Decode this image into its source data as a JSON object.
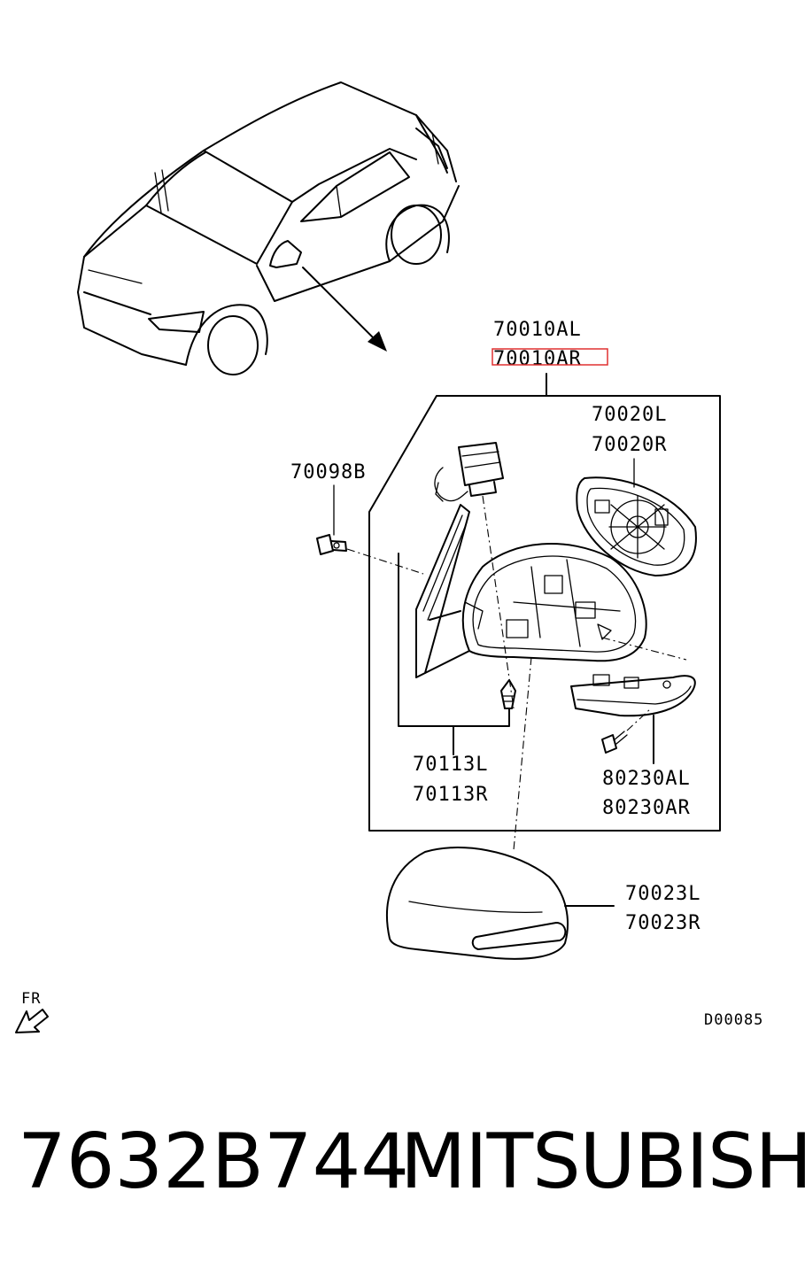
{
  "callouts": {
    "assembly_left": "70010AL",
    "assembly_right": "70010AR",
    "mirror_glass_left": "70020L",
    "mirror_glass_right": "70020R",
    "screw": "70098B",
    "base_cover_left": "70113L",
    "base_cover_right": "70113R",
    "side_lamp_left": "80230AL",
    "side_lamp_right": "80230AR",
    "cover_left": "70023L",
    "cover_right": "70023R"
  },
  "direction_label": "FR",
  "figure_code": "D00085",
  "footer": {
    "part_number": "7632B744",
    "brand": "MITSUBISHI"
  },
  "colors": {
    "highlight": "#e03030",
    "lines": "#000000"
  }
}
